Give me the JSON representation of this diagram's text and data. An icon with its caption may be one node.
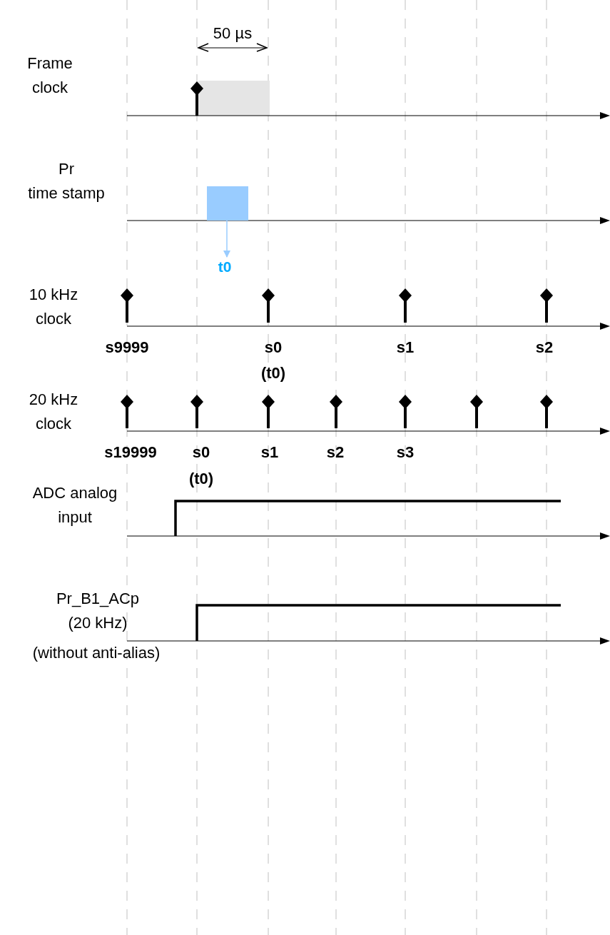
{
  "diagram": {
    "nodes": [
      {
        "text": [],
        "shape": "box"
      },
      {
        "text": [
          "t0"
        ]
      }
    ],
    "edges": [
      {
        "from": 0,
        "to": 1,
        "arrow": "to"
      }
    ],
    "labels": [
      "50 µs",
      "Frame clock",
      "Pr",
      "time stamp",
      "10 kHz clock",
      "s9999",
      "s0",
      "s1",
      "s2",
      "(t0)",
      "20 kHz clock",
      "s19999",
      "s0",
      "s1",
      "s2",
      "s3",
      "(t0)",
      "ADC analog input",
      "Pr_B1_ACp",
      "(20 kHz)",
      "(without anti-alias)"
    ]
  }
}
